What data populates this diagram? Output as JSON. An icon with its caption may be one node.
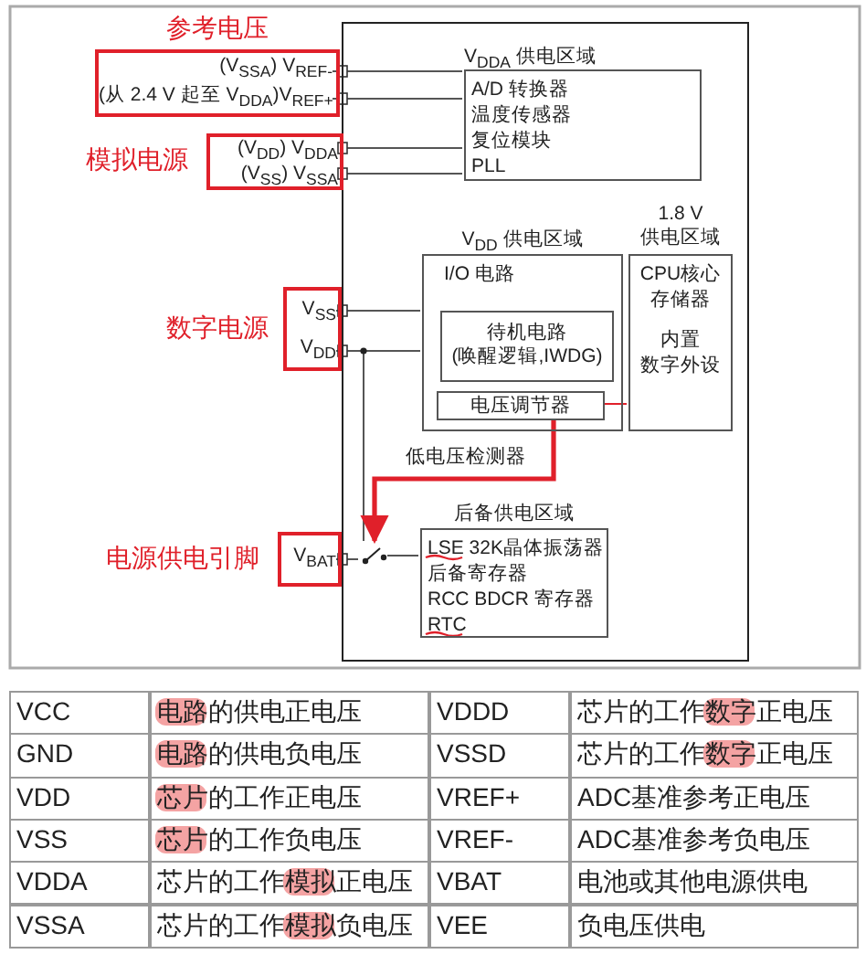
{
  "diagram": {
    "nodes": [
      {
        "text": [],
        "shape": "box"
      },
      {
        "text": [
          "V$_{DDA}$ 供电区域",
          "A/D 转换器",
          "温度传感器",
          "复位模块",
          "PLL"
        ],
        "in": 0
      },
      {
        "text": [
          "V$_{DD}$ 供电区域",
          "I/O 电路"
        ],
        "in": 0
      },
      {
        "text": [
          "待机电路 (唤醒逻辑,IWDG)"
        ],
        "in": 2
      },
      {
        "text": [
          "电压调节器"
        ],
        "in": 2
      },
      {
        "text": [
          "1.8 V 供电区域",
          "CPU核心",
          "存储器",
          "内置",
          "数字外设"
        ],
        "in": 0
      },
      {
        "text": [
          "后备供电区域",
          "LSE 32K晶体振荡器",
          "后备寄存器",
          "RCC BDCR 寄存器",
          "RTC"
        ],
        "in": 0
      },
      {
        "text": [],
        "shape": "switch",
        "in": 0
      },
      {
        "text": [
          "参考电压"
        ]
      },
      {
        "text": [
          "(V$_{SSA}$) V$_{REF-}$"
        ],
        "in": 8
      },
      {
        "text": [
          "(从 2.4 V 起至 V$_{DDA}$)V$_{REF+}$"
        ],
        "in": 8
      },
      {
        "text": [
          "模拟电源"
        ]
      },
      {
        "text": [
          "(V$_{DD}$) V$_{DDA}$"
        ],
        "in": 11
      },
      {
        "text": [
          "(V$_{SS}$) V$_{SSA}$"
        ],
        "in": 11
      },
      {
        "text": [
          "数字电源"
        ]
      },
      {
        "text": [
          "V$_{SS}$"
        ],
        "in": 14
      },
      {
        "text": [
          "V$_{DD}$"
        ],
        "in": 14
      },
      {
        "text": [
          "电源供电引脚"
        ]
      },
      {
        "text": [
          "V$_{BAT}$"
        ],
        "in": 17
      }
    ],
    "edges": [
      {
        "from": 9,
        "to": 1,
        "arrow": "none"
      },
      {
        "from": 10,
        "to": 1,
        "arrow": "none"
      },
      {
        "from": 12,
        "to": 1,
        "arrow": "none"
      },
      {
        "from": 13,
        "to": 1,
        "arrow": "none"
      },
      {
        "from": 15,
        "to": 2,
        "arrow": "none"
      },
      {
        "from": 16,
        "to": 2,
        "arrow": "none"
      },
      {
        "from": 16,
        "to": 7,
        "arrow": "none"
      },
      {
        "from": 18,
        "to": 7,
        "arrow": "none"
      },
      {
        "from": 7,
        "to": 6,
        "arrow": "none"
      },
      {
        "from": 4,
        "to": 7,
        "arrow": "to",
        "label": "低电压检测器",
        "color": "#e0202a",
        "style": "thick"
      },
      {
        "from": 4,
        "to": 5,
        "arrow": "none",
        "color": "#e0202a"
      }
    ],
    "labels": [
      "VCC",
      "电路的供电正电压",
      "VDDD",
      "芯片的工作数字正电压",
      "GND",
      "电路的供电负电压",
      "VSSD",
      "芯片的工作数字正电压",
      "VDD",
      "芯片的工作正电压",
      "VREF+",
      "ADC基准参考正电压",
      "VSS",
      "芯片的工作负电压",
      "VREF-",
      "ADC基准参考负电压",
      "VDDA",
      "芯片的工作模拟正电压",
      "VBAT",
      "电池或其他电源供电",
      "VSSA",
      "芯片的工作模拟负电压",
      "VEE",
      "负电压供电"
    ]
  }
}
